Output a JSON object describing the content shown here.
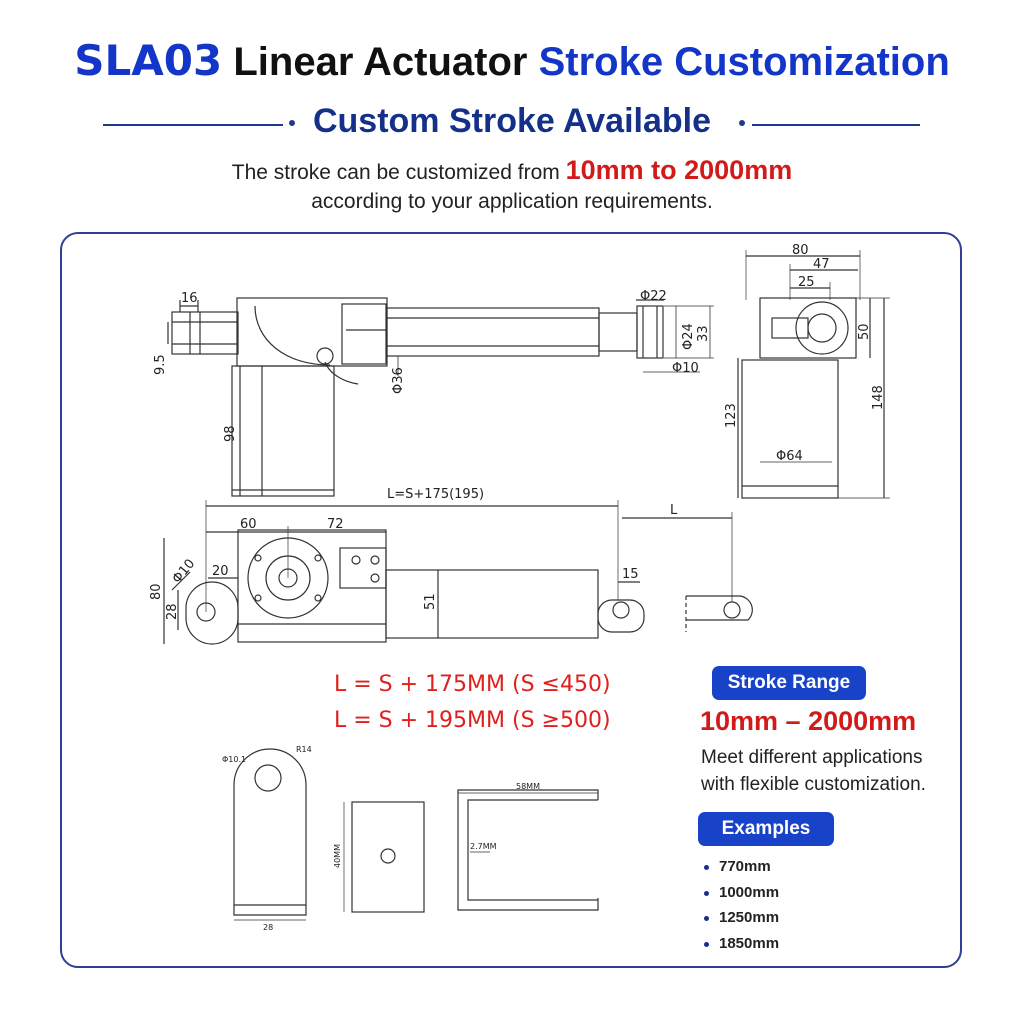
{
  "header": {
    "model": "SLA03",
    "title_mid": "Linear Actuator",
    "title_end": "Stroke Customization",
    "subtitle": "Custom Stroke Available",
    "desc_prefix": "The stroke can be customized from",
    "desc_range": "10mm to 2000mm",
    "desc_line2": "according to your application requirements."
  },
  "drawing": {
    "side_view": {
      "d16": "16",
      "d95": "9.5",
      "d98": "98",
      "d36": "Φ36",
      "d22": "Φ22",
      "d24": "Φ24",
      "d33": "33",
      "d10": "Φ10"
    },
    "end_view": {
      "d80": "80",
      "d47": "47",
      "d25": "25",
      "d50": "50",
      "d148": "148",
      "d123": "123",
      "d64": "Φ64"
    },
    "top_view": {
      "l_label": "L=S+175(195)",
      "d60": "60",
      "d72": "72",
      "l": "L",
      "d80": "80",
      "d10": "Φ10",
      "d20": "20",
      "d28": "28",
      "d51": "51",
      "d15": "15"
    },
    "bracket": {
      "hole": "Φ10.1",
      "radius": "R14",
      "width": "28",
      "height": "40MM",
      "u_width": "58MM",
      "thickness": "2.7MM"
    }
  },
  "formulas": [
    "L = S + 175MM (S ≤450)",
    "L = S + 195MM (S ≥500)"
  ],
  "stroke": {
    "badge": "Stroke Range",
    "range": "10mm – 2000mm",
    "note1": "Meet different applications",
    "note2": "with flexible customization."
  },
  "examples": {
    "badge": "Examples",
    "items": [
      "770mm",
      "1000mm",
      "1250mm",
      "1850mm"
    ]
  }
}
